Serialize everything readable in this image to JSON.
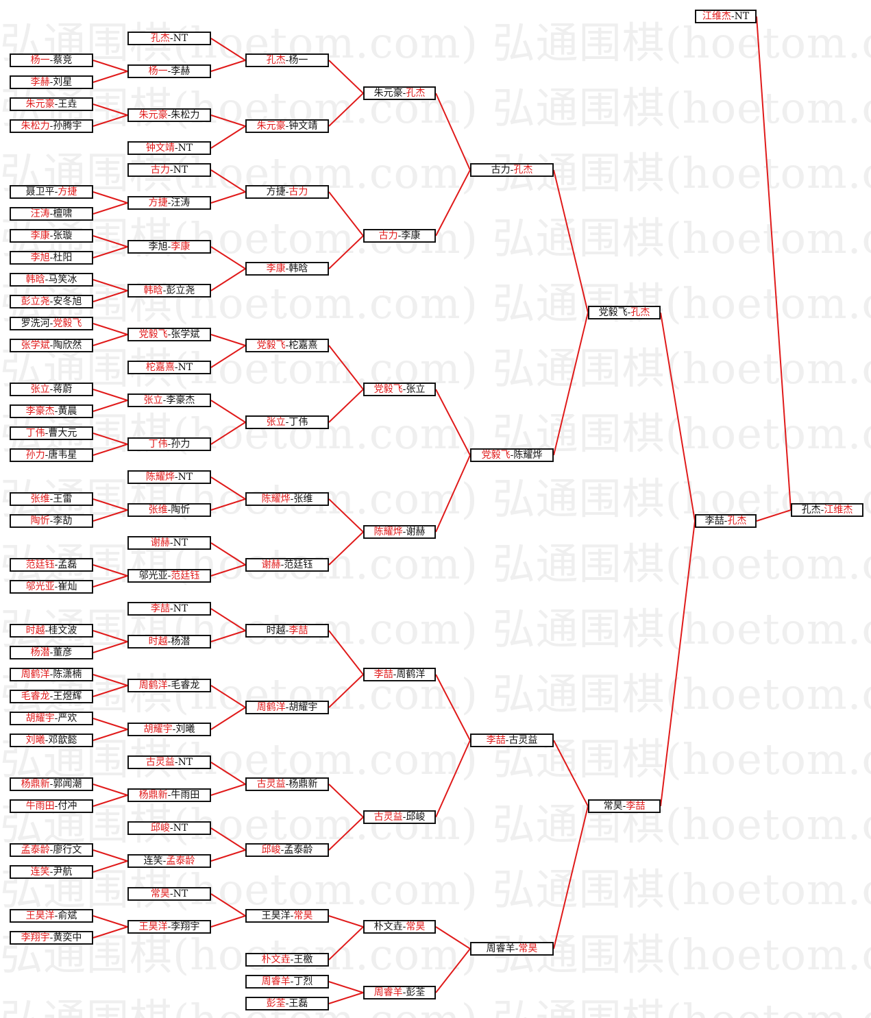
{
  "watermark": {
    "text": "弘通围棋(hoetom.com)",
    "repeat_line": "弘通围棋(hoetom.com) 弘通围棋(hoetom.com) 弘通围棋(hoetom.com)"
  },
  "colors": {
    "winner_text": "#e01a1a",
    "other_text": "#111111",
    "connector": "#e01a1a",
    "box_border": "#111111",
    "watermark": "#efefef"
  },
  "bracket": {
    "round1": [
      [
        "杨一",
        "蔡竞",
        1
      ],
      [
        "李赫",
        "刘星",
        1
      ],
      [
        "朱元豪",
        "王垚",
        1
      ],
      [
        "朱松力",
        "孙腾宇",
        1
      ],
      [
        "聂卫平",
        "方捷",
        2
      ],
      [
        "汪涛",
        "檀啸",
        1
      ],
      [
        "李康",
        "张璇",
        1
      ],
      [
        "李旭",
        "杜阳",
        1
      ],
      [
        "韩晗",
        "马笑冰",
        1
      ],
      [
        "彭立尧",
        "安冬旭",
        1
      ],
      [
        "罗洗河",
        "党毅飞",
        2
      ],
      [
        "张学斌",
        "陶欣然",
        1
      ],
      [
        "张立",
        "蒋蔚",
        1
      ],
      [
        "李豪杰",
        "黄晨",
        1
      ],
      [
        "丁伟",
        "曹大元",
        1
      ],
      [
        "孙力",
        "唐韦星",
        1
      ],
      [
        "张维",
        "王雷",
        1
      ],
      [
        "陶忻",
        "李劼",
        1
      ],
      [
        "范廷钰",
        "孟磊",
        1
      ],
      [
        "邬光亚",
        "崔灿",
        1
      ],
      [
        "时越",
        "桂文波",
        1
      ],
      [
        "杨潜",
        "董彦",
        1
      ],
      [
        "周鹤洋",
        "陈潇楠",
        1
      ],
      [
        "毛睿龙",
        "王煜辉",
        1
      ],
      [
        "胡耀宇",
        "严欢",
        1
      ],
      [
        "刘曦",
        "邓歆懿",
        1
      ],
      [
        "杨鼎新",
        "郭闻潮",
        1
      ],
      [
        "牛雨田",
        "付冲",
        1
      ],
      [
        "孟泰龄",
        "廖行文",
        1
      ],
      [
        "连笑",
        "尹航",
        1
      ],
      [
        "王昊洋",
        "俞斌",
        1
      ],
      [
        "李翔宇",
        "黄奕中",
        1
      ]
    ],
    "round2": [
      [
        "孔杰",
        "NT",
        1
      ],
      [
        "杨一",
        "李赫",
        1
      ],
      [
        "朱元豪",
        "朱松力",
        1
      ],
      [
        "钟文靖",
        "NT",
        1
      ],
      [
        "古力",
        "NT",
        1
      ],
      [
        "方捷",
        "汪涛",
        1
      ],
      [
        "李旭",
        "李康",
        2
      ],
      [
        "韩晗",
        "彭立尧",
        1
      ],
      [
        "党毅飞",
        "张学斌",
        1
      ],
      [
        "柁嘉熹",
        "NT",
        1
      ],
      [
        "张立",
        "李豪杰",
        1
      ],
      [
        "丁伟",
        "孙力",
        1
      ],
      [
        "陈耀烨",
        "NT",
        1
      ],
      [
        "张维",
        "陶忻",
        1
      ],
      [
        "谢赫",
        "NT",
        1
      ],
      [
        "邬光亚",
        "范廷钰",
        2
      ],
      [
        "李喆",
        "NT",
        1
      ],
      [
        "时越",
        "杨潜",
        1
      ],
      [
        "周鹤洋",
        "毛睿龙",
        1
      ],
      [
        "胡耀宇",
        "刘曦",
        1
      ],
      [
        "古灵益",
        "NT",
        1
      ],
      [
        "杨鼎新",
        "牛雨田",
        1
      ],
      [
        "邱峻",
        "NT",
        1
      ],
      [
        "连笑",
        "孟泰龄",
        2
      ],
      [
        "常昊",
        "NT",
        1
      ],
      [
        "王昊洋",
        "李翔宇",
        1
      ]
    ],
    "round3": [
      [
        "孔杰",
        "杨一",
        1
      ],
      [
        "朱元豪",
        "钟文靖",
        1
      ],
      [
        "方捷",
        "古力",
        2
      ],
      [
        "李康",
        "韩晗",
        1
      ],
      [
        "党毅飞",
        "柁嘉熹",
        1
      ],
      [
        "张立",
        "丁伟",
        1
      ],
      [
        "陈耀烨",
        "张维",
        1
      ],
      [
        "谢赫",
        "范廷钰",
        1
      ],
      [
        "时越",
        "李喆",
        2
      ],
      [
        "周鹤洋",
        "胡耀宇",
        1
      ],
      [
        "古灵益",
        "杨鼎新",
        1
      ],
      [
        "邱峻",
        "孟泰龄",
        1
      ],
      [
        "王昊洋",
        "常昊",
        2
      ],
      [
        "朴文垚",
        "王檄",
        1
      ],
      [
        "周睿羊",
        "丁烈",
        1
      ],
      [
        "彭荃",
        "王磊",
        1
      ]
    ],
    "round4": [
      [
        "朱元豪",
        "孔杰",
        2
      ],
      [
        "古力",
        "李康",
        1
      ],
      [
        "党毅飞",
        "张立",
        1
      ],
      [
        "陈耀烨",
        "谢赫",
        1
      ],
      [
        "李喆",
        "周鹤洋",
        1
      ],
      [
        "古灵益",
        "邱峻",
        1
      ],
      [
        "朴文垚",
        "常昊",
        2
      ],
      [
        "周睿羊",
        "彭荃",
        1
      ]
    ],
    "round5": [
      [
        "古力",
        "孔杰",
        2
      ],
      [
        "党毅飞",
        "陈耀烨",
        1
      ],
      [
        "李喆",
        "古灵益",
        1
      ],
      [
        "周睿羊",
        "常昊",
        2
      ]
    ],
    "round6": [
      [
        "党毅飞",
        "孔杰",
        2
      ],
      [
        "常昊",
        "李喆",
        2
      ]
    ],
    "round7": [
      [
        "李喆",
        "孔杰",
        2
      ]
    ],
    "round8": [
      [
        "江维杰",
        "NT",
        1
      ],
      [
        "孔杰",
        "江维杰",
        2
      ]
    ]
  }
}
